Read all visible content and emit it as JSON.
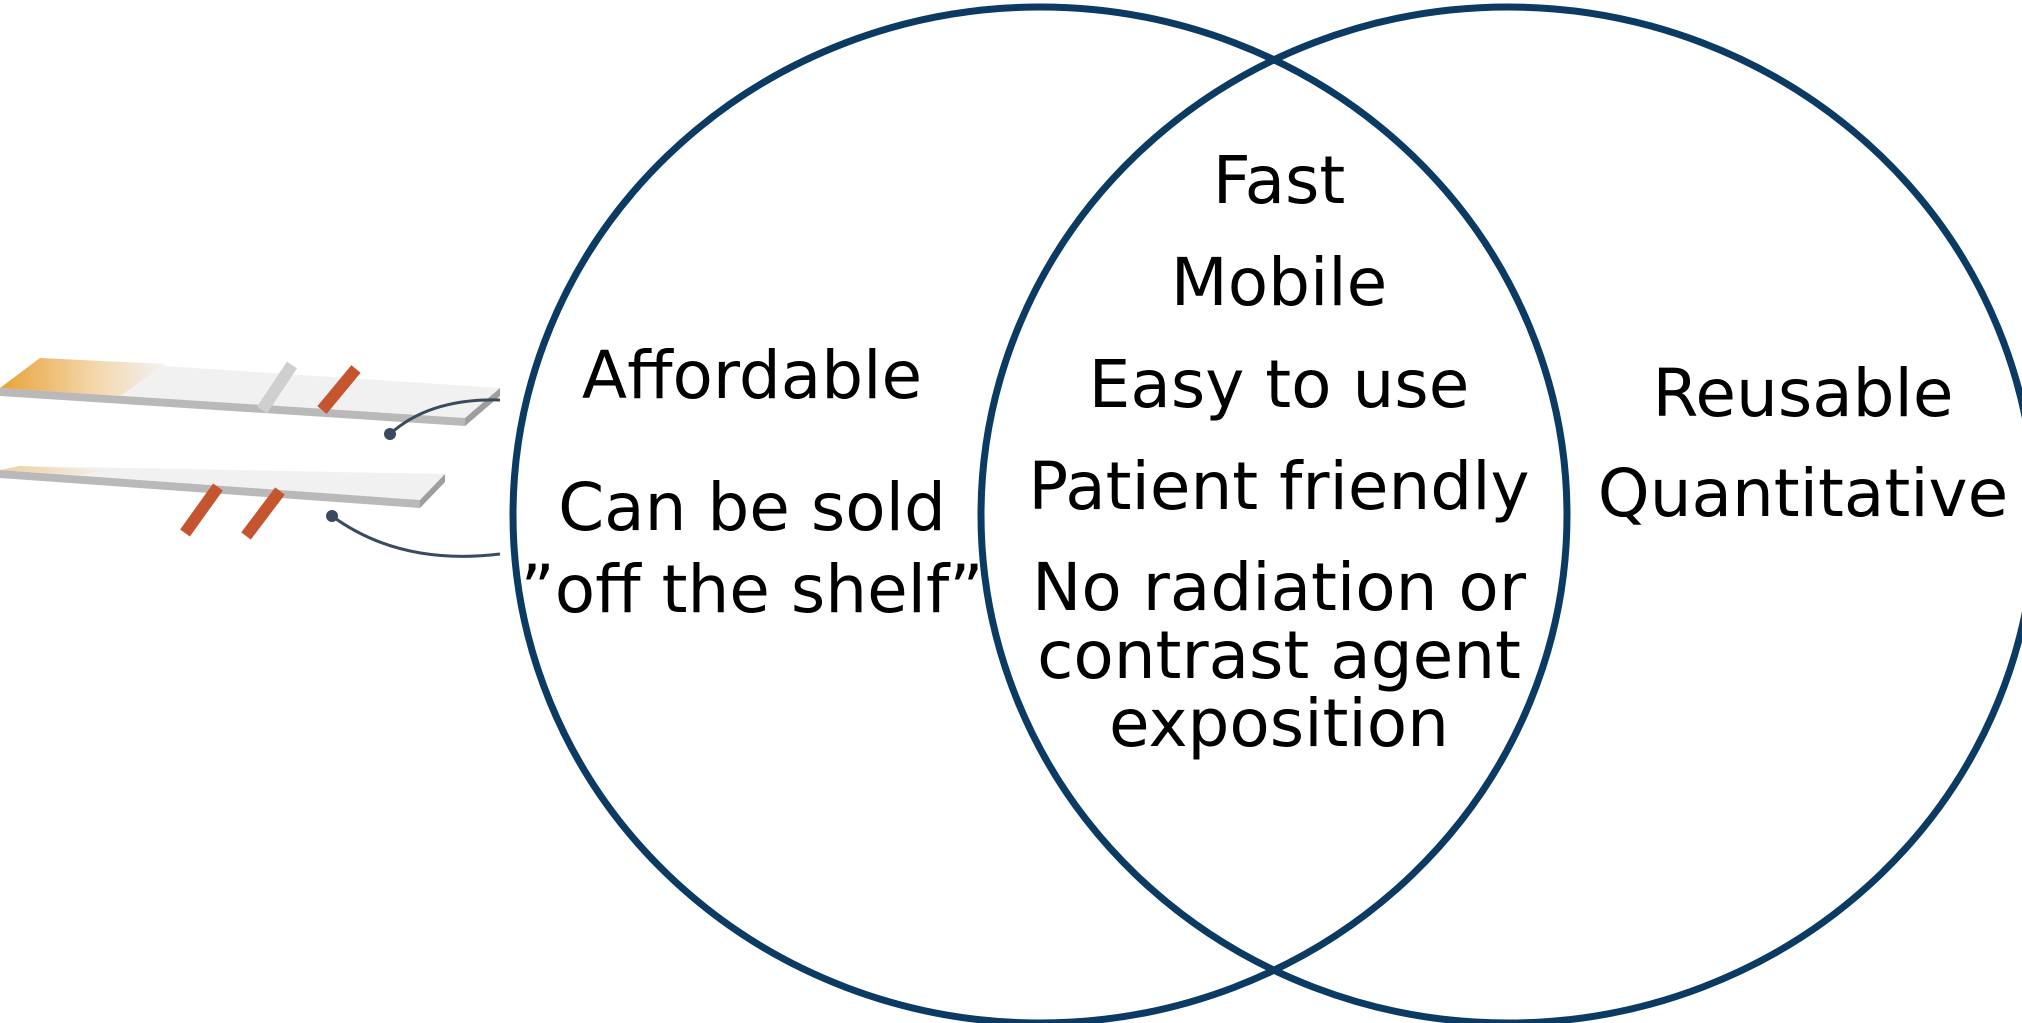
{
  "colors": {
    "circle_stroke": "#0b3a63",
    "strip_body": "#f1f1f1",
    "strip_edge": "#b9b9b9",
    "strip_sample_pad": "#e8a33a",
    "test_line": "#c5552f",
    "faint_line": "#cfcfcf",
    "callout": "#3a4a60"
  },
  "illustration": {
    "name": "lateral-flow-test-strips",
    "strip_count": 2,
    "test_lines_per_strip": [
      1,
      2
    ]
  },
  "regions": {
    "left": {
      "items": [
        "Affordable",
        "Can be sold",
        "”off the shelf”"
      ]
    },
    "center": {
      "items": [
        "Fast",
        "Mobile",
        "Easy to use",
        "Patient friendly",
        "No radiation or",
        "contrast agent",
        "exposition"
      ]
    },
    "right": {
      "items": [
        "Reusable",
        "Quantitative"
      ]
    }
  }
}
